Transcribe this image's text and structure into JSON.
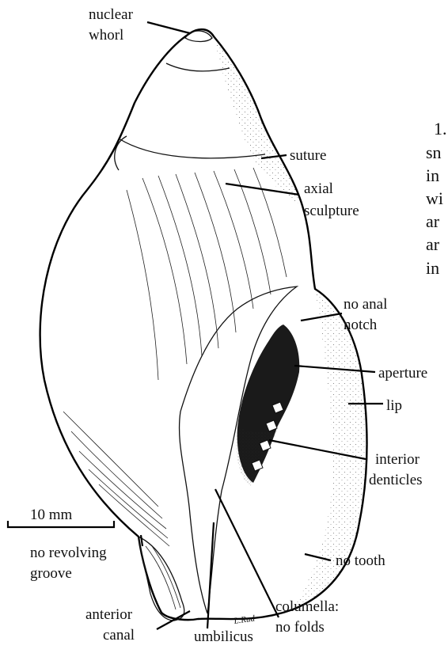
{
  "labels": {
    "nuclear_whorl_1": "nuclear",
    "nuclear_whorl_2": "whorl",
    "suture": "suture",
    "axial_sculpture_1": "axial",
    "axial_sculpture_2": "sculpture",
    "no_anal_notch_1": "no anal",
    "no_anal_notch_2": "notch",
    "aperture": "aperture",
    "lip": "lip",
    "interior_denticles_1": "interior",
    "interior_denticles_2": "denticles",
    "no_tooth": "no tooth",
    "columella_1": "columella:",
    "columella_2": "no folds",
    "umbilicus": "umbilicus",
    "anterior_canal_1": "anterior",
    "anterior_canal_2": "canal",
    "no_revolving_groove_1": "no revolving",
    "no_revolving_groove_2": "groove",
    "scale_bar": "10 mm"
  },
  "side_text": [
    "1.",
    "sn",
    "in",
    "wi",
    "ar",
    "ar",
    "in"
  ],
  "signature": "L.Rud"
}
